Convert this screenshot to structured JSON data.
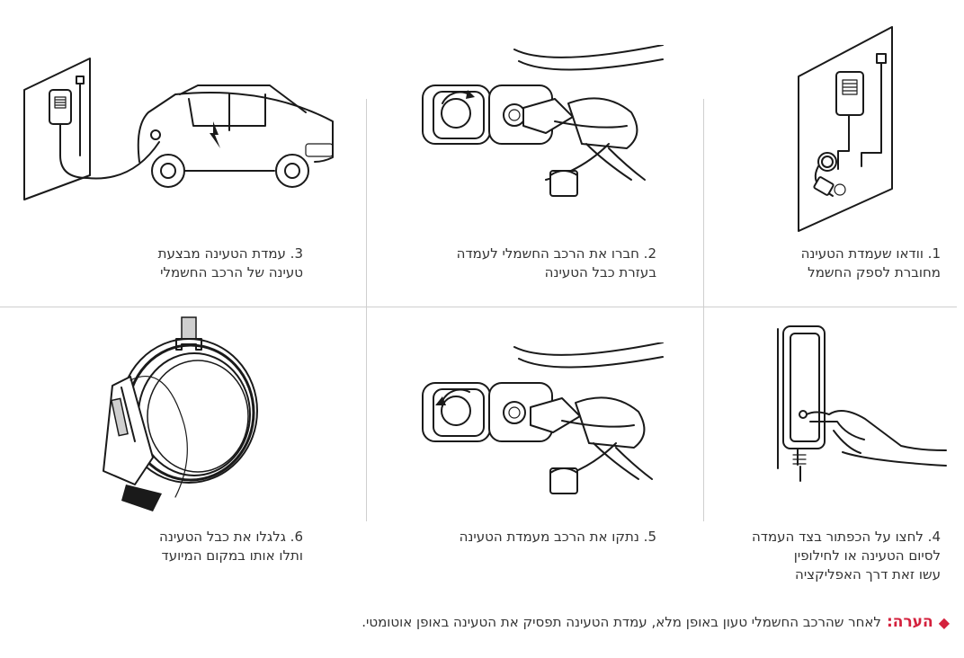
{
  "steps": [
    {
      "lines": [
        "1. וודאו שעמדת הטעינה",
        "מחוברת לספק החשמל"
      ],
      "icon": "wall-charger-plugged-icon"
    },
    {
      "lines": [
        "2. חברו את הרכב החשמלי לעמדה",
        "בעזרת כבל הטעינה"
      ],
      "icon": "plug-into-car-port-icon"
    },
    {
      "lines": [
        "3. עמדת הטעינה מבצעת",
        "טעינה של הרכב החשמלי"
      ],
      "icon": "car-charging-icon"
    },
    {
      "lines": [
        "4. לחצו על הכפתור בצד העמדה",
        "לסיום הטעינה או לחילופין",
        "עשו זאת דרך האפליקציה"
      ],
      "icon": "press-charger-button-icon"
    },
    {
      "lines": [
        "5. נתקו את הרכב מעמדת הטעינה"
      ],
      "icon": "unplug-from-car-port-icon"
    },
    {
      "lines": [
        "6. גלגלו את כבל הטעינה",
        "ותלו אותו במקום המיועד"
      ],
      "icon": "coiled-cable-hanging-icon"
    }
  ],
  "note": {
    "label": "הערה:",
    "text": "לאחר שהרכב החשמלי טעון באופן מלא, עמדת הטעינה תפסיק את הטעינה באופן אוטומטי."
  },
  "colors": {
    "accent": "#d4213d",
    "grid": "#cfcfcf",
    "ink": "#1a1a1a"
  }
}
